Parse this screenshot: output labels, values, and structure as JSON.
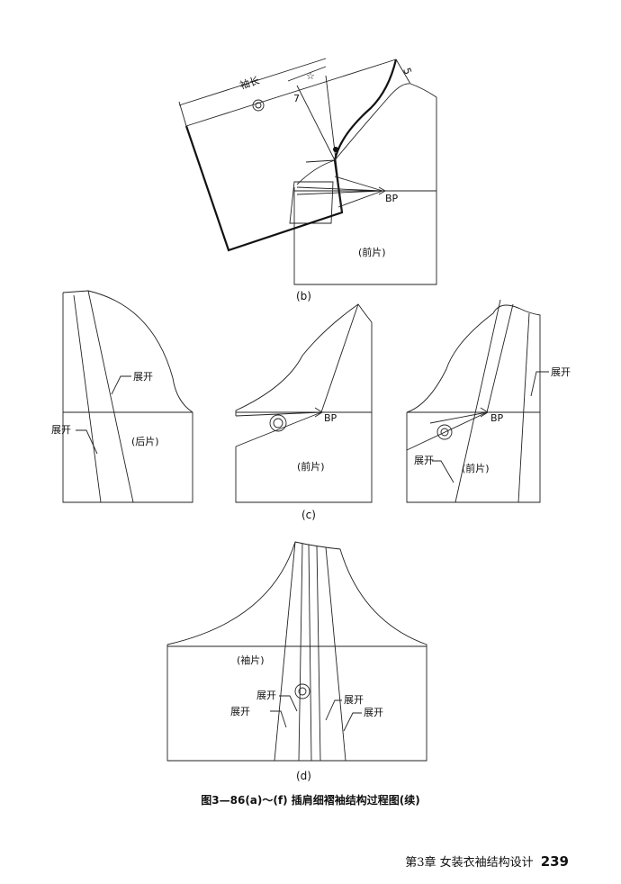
{
  "figure": {
    "panel_b": {
      "sleeve_length": "袖长",
      "star": "☆",
      "seven": "7",
      "five": "5",
      "bp": "BP",
      "front_piece": "(前片)",
      "sub_label": "(b)"
    },
    "panel_c": {
      "left_expand_upper": "展开",
      "left_expand_lower": "展开",
      "back_piece": "(后片)",
      "mid_bp": "BP",
      "mid_front_piece": "(前片)",
      "right_bp": "BP",
      "right_expand_upper": "展开",
      "right_expand_lower": "展开",
      "right_front_piece": "(前片)",
      "sub_label": "(c)"
    },
    "panel_d": {
      "sleeve_piece": "(袖片)",
      "expand_1": "展开",
      "expand_2": "展开",
      "expand_3": "展开",
      "expand_4": "展开",
      "sub_label": "(d)"
    },
    "caption": "图3—86(a)～(f)  插肩细褶袖结构过程图(续)"
  },
  "footer": {
    "chapter": "第3章    女装衣袖结构设计",
    "page_number": "239"
  }
}
